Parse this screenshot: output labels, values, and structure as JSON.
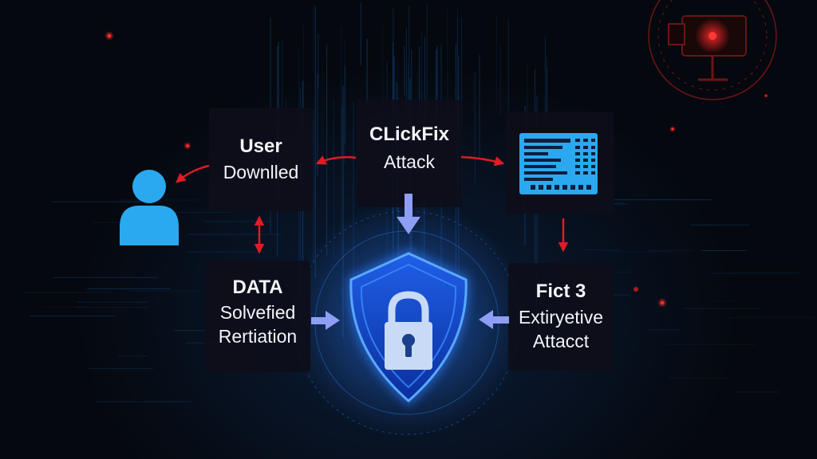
{
  "nodes": {
    "user": {
      "title": "User",
      "subtitle": "Downlled"
    },
    "clickfix": {
      "title": "CLickFix",
      "subtitle": "Attack"
    },
    "data": {
      "title": "DATA",
      "line1": "Solvefied",
      "line2": "Rertiation"
    },
    "fict": {
      "title": "Fict 3",
      "line1": "Extiryetive",
      "line2": "Attacct"
    }
  },
  "icons": {
    "user": "user-icon",
    "dashboard": "dashboard-screen-icon",
    "shield": "shield-lock-icon",
    "device": "security-camera-icon"
  },
  "colors": {
    "background": "#05080e",
    "node_fill": "#0e0e1a",
    "accent_blue": "#2aa9f0",
    "shield_blue": "#1f6bff",
    "arrow_red": "#e01b24",
    "arrow_lavender": "#8f9ef5",
    "text": "#f2f4f8"
  }
}
